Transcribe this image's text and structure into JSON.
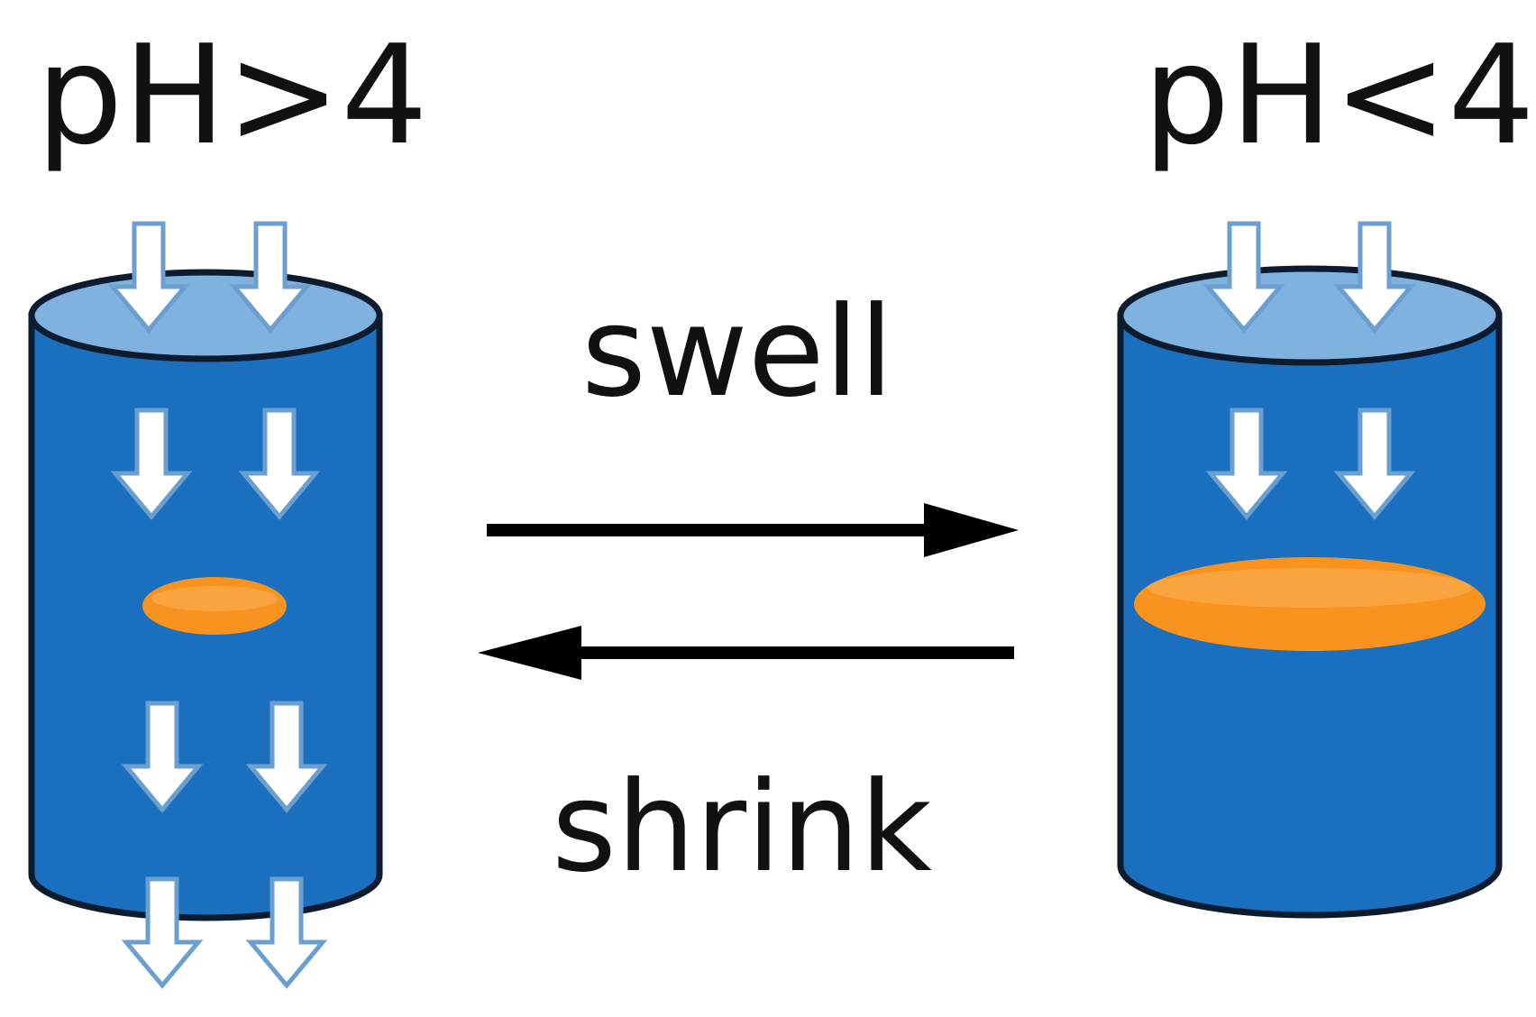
{
  "diagram": {
    "left_state": {
      "condition": "pH>4",
      "column_color": "#1b6fbf",
      "top_color": "#7fb2de",
      "band_color": "#f7931e",
      "flow_arrows": 8
    },
    "right_state": {
      "condition": "pH<4",
      "column_color": "#1b6fbf",
      "top_color": "#7fb2de",
      "band_color": "#f7931e",
      "flow_arrows": 4
    },
    "forward": {
      "label": "swell",
      "direction": "left-to-right"
    },
    "reverse": {
      "label": "shrink",
      "direction": "right-to-left"
    }
  }
}
